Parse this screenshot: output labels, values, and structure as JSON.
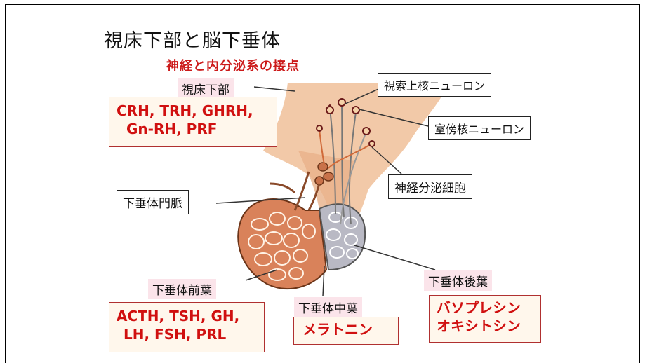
{
  "title": "視床下部と脳下垂体",
  "subtitle": "神経と内分泌系の接点",
  "labels": {
    "hypothalamus": "視床下部",
    "supraoptic": "視索上核ニューロン",
    "paraventricular": "室傍核ニューロン",
    "neurosecretory": "神経分泌細胞",
    "portal_vein": "下垂体門脈",
    "anterior": "下垂体前葉",
    "intermediate": "下垂体中葉",
    "posterior": "下垂体後葉"
  },
  "hormones": {
    "hypothalamus": [
      "CRH, TRH, GHRH,",
      "Gn-RH,  PRF"
    ],
    "anterior": [
      "ACTH, TSH, GH,",
      "LH,  FSH,  PRL"
    ],
    "intermediate": [
      "メラトニン"
    ],
    "posterior": [
      "バソプレシン",
      "オキシトシン"
    ]
  },
  "colors": {
    "hypothalamus_fill": "#f2c9a8",
    "anterior_fill": "#d9825a",
    "posterior_fill": "#b9b9c4",
    "hormone_text": "#d01010",
    "label_bg": "#fbe4ea"
  }
}
